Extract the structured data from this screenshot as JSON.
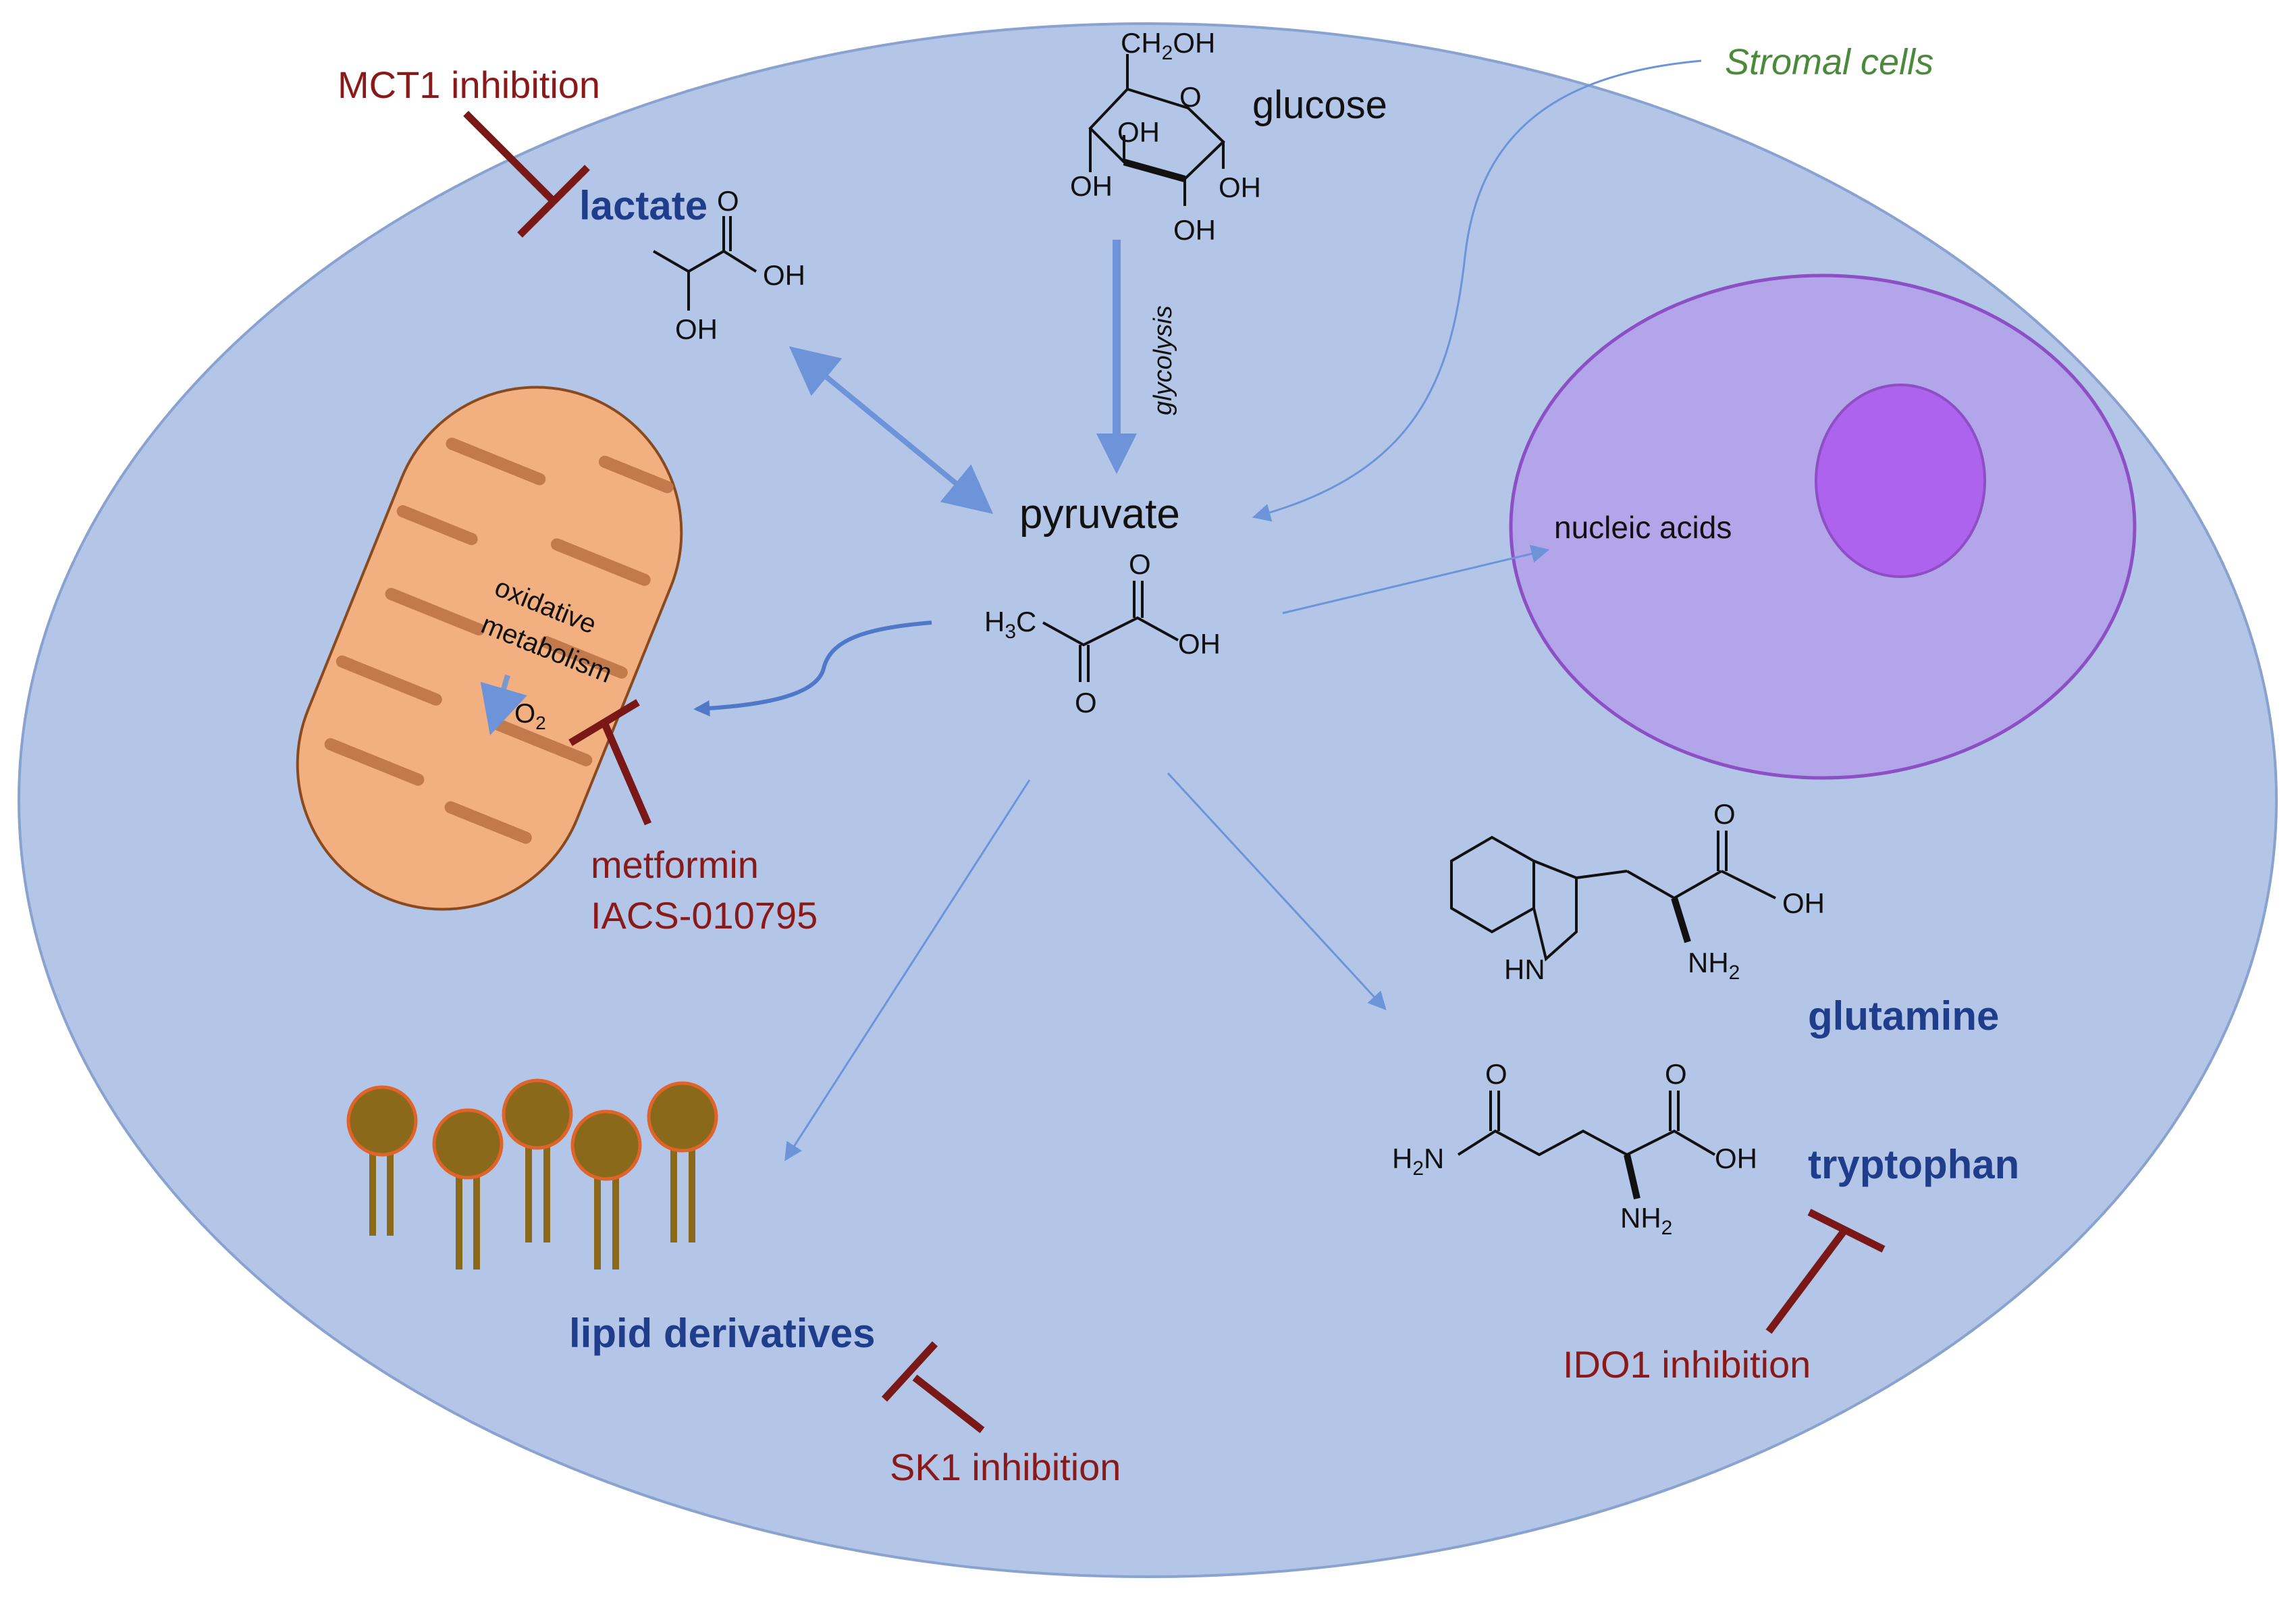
{
  "labels": {
    "mct1_inhibition": "MCT1 inhibition",
    "lactate": "lactate",
    "glucose": "glucose",
    "stromal_cells": "Stromal cells",
    "glycolysis": "glycolysis",
    "pyruvate": "pyruvate",
    "nucleic_acids": "nucleic acids",
    "oxidative": "oxidative",
    "metabolism": "metabolism",
    "o2": "O",
    "o2_sub": "2",
    "metformin": "metformin",
    "iacs": "IACS-010795",
    "glutamine": "glutamine",
    "tryptophan": "tryptophan",
    "lipid_derivatives": "lipid derivatives",
    "sk1_inhibition": "SK1 inhibition",
    "ido1_inhibition": "IDO1 inhibition"
  },
  "chem": {
    "ch2oh": "CH",
    "ch2oh_sub": "2",
    "ch2oh_tail": "OH",
    "oh": "OH",
    "o": "O",
    "h3c": "H",
    "h3c_sub": "3",
    "h3c_tail": "C",
    "hn": "HN",
    "nh2": "NH",
    "nh2_sub": "2",
    "h2n": "H",
    "h2n_sub": "2",
    "h2n_tail": "N"
  },
  "colors": {
    "cell_fill": "#b3c6e7",
    "cell_stroke": "#8aa2cf",
    "mito_fill": "#f2b080",
    "mito_crista": "#c27a4c",
    "nucleus_fill": "#b3a5ea",
    "nucleolus_fill": "#ae63ee",
    "nucleus_stroke": "#8d4fc4",
    "lipid_head": "#8a6a1a",
    "lipid_head_stroke": "#e0642a",
    "inhibitor": "#7a1818",
    "flow_arrow": "#6d94d8",
    "label_blue": "#1f3d8a",
    "label_red": "#8a1a1a",
    "label_green": "#4a8a3a"
  }
}
